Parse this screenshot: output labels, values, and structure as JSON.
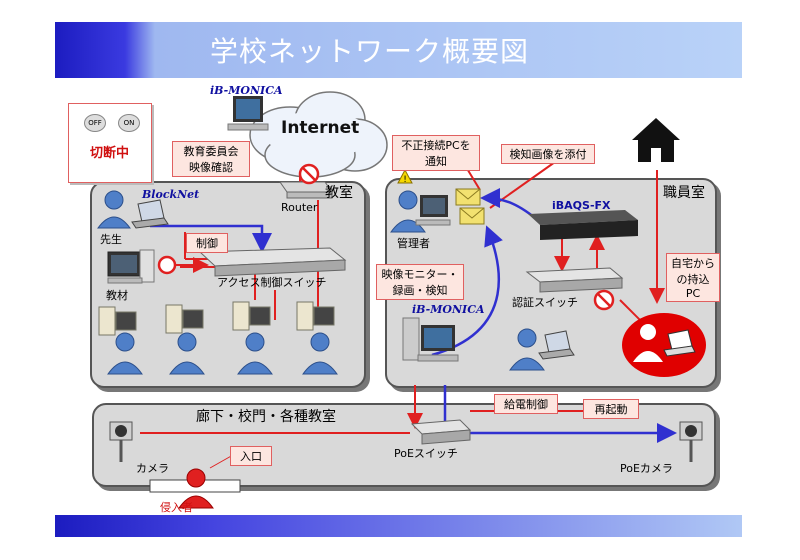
{
  "title": "学校ネットワーク概要図",
  "internet": "Internet",
  "tags": {
    "ib_monica_top": "iB-MONICA",
    "ib_monica_mid": "iB-MONICA",
    "blocknet": "BlockNet",
    "ibaqs": "iBAQS-FX"
  },
  "zones": {
    "classroom": "教室",
    "staffroom": "職員室",
    "corridor": "廊下・校門・各種教室"
  },
  "devices": {
    "router": "Router",
    "teacher": "先生",
    "material": "教材",
    "access_switch": "アクセス制御スイッチ",
    "admin": "管理者",
    "auth_switch": "認証スイッチ",
    "poe_switch": "PoEスイッチ",
    "camera": "カメラ",
    "poe_camera": "PoEカメラ",
    "intruder": "侵入者"
  },
  "callouts": {
    "board": "教育委員会\n映像確認",
    "control": "制御",
    "unauthorized": "不正接続PCを\n通知",
    "attach": "検知画像を添付",
    "video": "映像モニター・\n録画・検知",
    "home_pc": "自宅から\nの持込\nPC",
    "power": "給電制御",
    "reboot": "再起動",
    "entry": "入口"
  },
  "panel_widget": {
    "off": "OFF",
    "on": "ON",
    "cut": "切断中"
  },
  "colors": {
    "red_line": "#e02020",
    "blue_line": "#3030d0",
    "callout_bg": "#fde6e0"
  }
}
